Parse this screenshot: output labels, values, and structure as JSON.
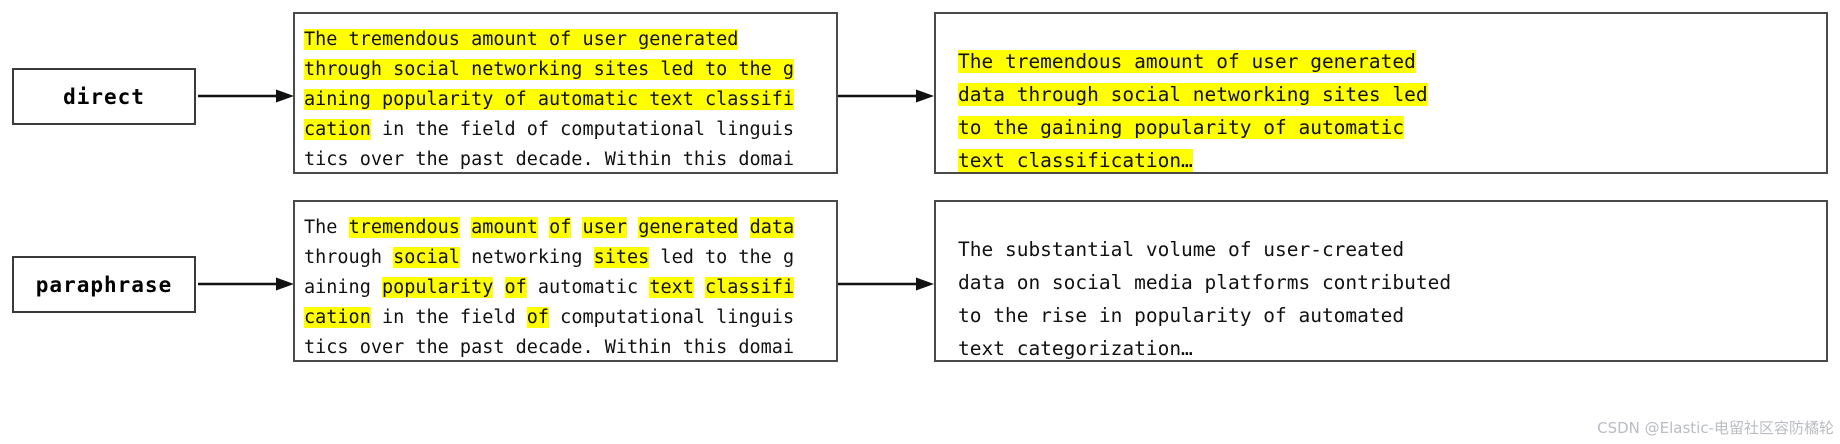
{
  "labels": {
    "direct": "direct",
    "paraphrase": "paraphrase"
  },
  "icons": {
    "arrow": "arrow-right-icon"
  },
  "colors": {
    "highlight": "#ffff00",
    "border": "#4a4a4a",
    "text": "#111111",
    "watermark": "#b9bcc2"
  },
  "direct_input": {
    "lines": [
      [
        {
          "t": "The tremendous amount of user generated",
          "hl": true
        }
      ],
      [
        {
          "t": "through social networking sites led to the g",
          "hl": true
        }
      ],
      [
        {
          "t": "aining popularity of automatic text classifi",
          "hl": true
        }
      ],
      [
        {
          "t": "cation",
          "hl": true
        },
        {
          "t": " in the field of computational linguis",
          "hl": false
        }
      ],
      [
        {
          "t": "tics over the past decade. Within this domai",
          "hl": false
        }
      ]
    ]
  },
  "paraphrase_input": {
    "lines": [
      [
        {
          "t": "The ",
          "hl": false
        },
        {
          "t": "tremendous",
          "hl": true
        },
        {
          "t": " ",
          "hl": false
        },
        {
          "t": "amount",
          "hl": true
        },
        {
          "t": " ",
          "hl": false
        },
        {
          "t": "of",
          "hl": true
        },
        {
          "t": " ",
          "hl": false
        },
        {
          "t": "user",
          "hl": true
        },
        {
          "t": " ",
          "hl": false
        },
        {
          "t": "generated",
          "hl": true
        },
        {
          "t": " ",
          "hl": false
        },
        {
          "t": "data",
          "hl": true
        }
      ],
      [
        {
          "t": "through ",
          "hl": false
        },
        {
          "t": "social",
          "hl": true
        },
        {
          "t": " networking ",
          "hl": false
        },
        {
          "t": "sites",
          "hl": true
        },
        {
          "t": " led to the g",
          "hl": false
        }
      ],
      [
        {
          "t": "aining ",
          "hl": false
        },
        {
          "t": "popularity",
          "hl": true
        },
        {
          "t": " ",
          "hl": false
        },
        {
          "t": "of",
          "hl": true
        },
        {
          "t": " automatic ",
          "hl": false
        },
        {
          "t": "text",
          "hl": true
        },
        {
          "t": " ",
          "hl": false
        },
        {
          "t": "classifi",
          "hl": true
        }
      ],
      [
        {
          "t": "cation",
          "hl": true
        },
        {
          "t": " in the field ",
          "hl": false
        },
        {
          "t": "of",
          "hl": true
        },
        {
          "t": " computational linguis",
          "hl": false
        }
      ],
      [
        {
          "t": "tics over the past decade. Within this domai",
          "hl": false
        }
      ]
    ]
  },
  "direct_output": {
    "lines": [
      [
        {
          "t": "The tremendous amount of user generated",
          "hl": true
        }
      ],
      [
        {
          "t": "data through social networking sites led",
          "hl": true
        }
      ],
      [
        {
          "t": "to the gaining popularity of automatic",
          "hl": true
        }
      ],
      [
        {
          "t": "text classification…",
          "hl": true
        }
      ]
    ]
  },
  "paraphrase_output": {
    "lines": [
      [
        {
          "t": "The substantial volume of user-created",
          "hl": false
        }
      ],
      [
        {
          "t": "data on social media platforms contributed",
          "hl": false
        }
      ],
      [
        {
          "t": "to the rise in popularity of automated",
          "hl": false
        }
      ],
      [
        {
          "t": "text categorization…",
          "hl": false
        }
      ]
    ]
  },
  "watermark": {
    "text": "CSDN @Elastic-电留社区容防橘轮"
  }
}
